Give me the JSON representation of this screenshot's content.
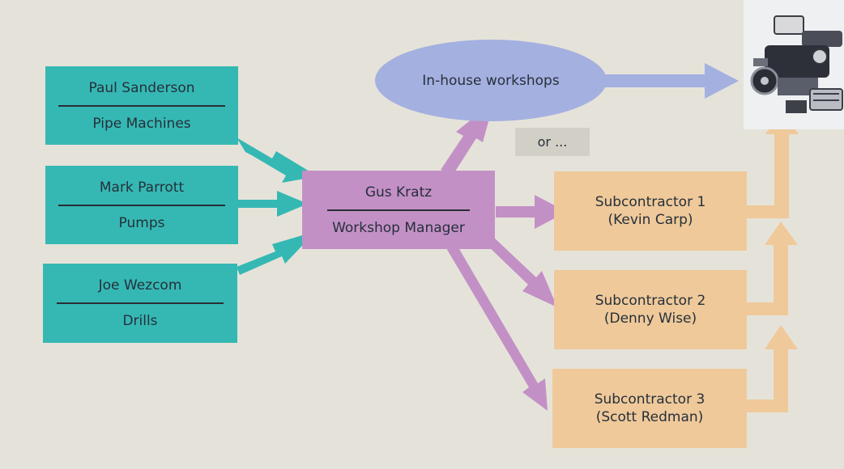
{
  "people": [
    {
      "name": "Paul Sanderson",
      "role": "Pipe Machines"
    },
    {
      "name": "Mark Parrott",
      "role": "Pumps"
    },
    {
      "name": "Joe Wezcom",
      "role": "Drills"
    }
  ],
  "manager": {
    "name": "Gus Kratz",
    "role": "Workshop Manager"
  },
  "inhouse": {
    "label": "In-house workshops"
  },
  "or_label": "or ...",
  "subcontractors": [
    {
      "line1": "Subcontractor 1",
      "line2": "(Kevin Carp)"
    },
    {
      "line1": "Subcontractor 2",
      "line2": "(Denny Wise)"
    },
    {
      "line1": "Subcontractor 3",
      "line2": "(Scott Redman)"
    }
  ],
  "colors": {
    "teal": "#35b8b4",
    "purple": "#c390c6",
    "lavender": "#a4b0e0",
    "orange": "#efc99a",
    "background": "#e5e3d9"
  },
  "machine_icon": "engine-machine-icon"
}
